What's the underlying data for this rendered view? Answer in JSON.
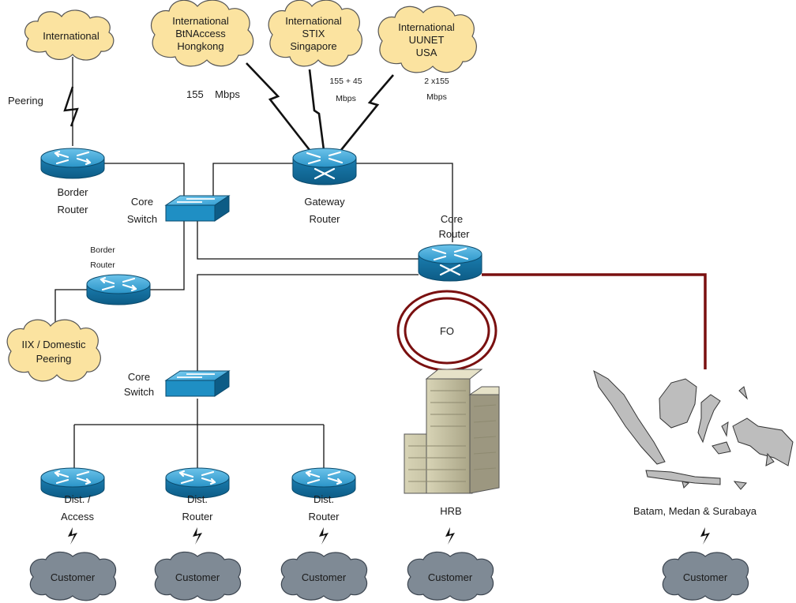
{
  "clouds": {
    "intl_peering": "International",
    "btn": [
      "International",
      "BtNAccess",
      "Hongkong"
    ],
    "stix": [
      "International",
      "STIX",
      "Singapore"
    ],
    "uunet": [
      "International",
      "UUNET",
      "USA"
    ],
    "iix": [
      "IIX / Domestic",
      "Peering"
    ],
    "customer": "Customer"
  },
  "links": {
    "peering": "Peering",
    "btn_speed": "155    Mbps",
    "stix_speed": [
      "155 + 45",
      "Mbps"
    ],
    "uunet_speed": [
      "2 x155",
      "Mbps"
    ],
    "fo": "FO"
  },
  "devices": {
    "border_router_1": [
      "Border",
      "Router"
    ],
    "border_router_2": [
      "Border",
      "Router"
    ],
    "core_switch_1": [
      "Core",
      "Switch"
    ],
    "core_switch_2": [
      "Core",
      "Switch"
    ],
    "gateway_router": [
      "Gateway",
      "Router"
    ],
    "core_router": [
      "Core",
      "Router"
    ],
    "dist_access": [
      "Dist. /",
      "Access"
    ],
    "dist_router_1": [
      "Dist.",
      "Router"
    ],
    "dist_router_2": [
      "Dist.",
      "Router"
    ]
  },
  "sites": {
    "hrb": "HRB",
    "regional": "Batam, Medan & Surabaya"
  },
  "colors": {
    "router_blue": "#1f8fc4",
    "cloud_yellow": "#fbe3a0",
    "cloud_gray": "#7f8a95",
    "fiber_red": "#7a1010",
    "building": "#c8c4a4"
  }
}
